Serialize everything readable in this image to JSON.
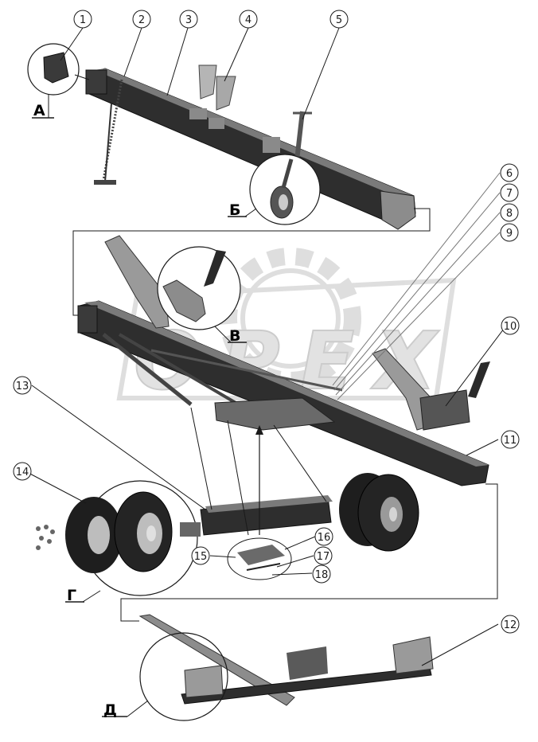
{
  "watermark": {
    "text": "OPEX",
    "color": "#d4d4d4"
  },
  "callouts": [
    {
      "label": "1"
    },
    {
      "label": "2"
    },
    {
      "label": "3"
    },
    {
      "label": "4"
    },
    {
      "label": "5"
    },
    {
      "label": "6"
    },
    {
      "label": "7"
    },
    {
      "label": "8"
    },
    {
      "label": "9"
    },
    {
      "label": "10"
    },
    {
      "label": "11"
    },
    {
      "label": "12"
    },
    {
      "label": "13"
    },
    {
      "label": "14"
    },
    {
      "label": "15"
    },
    {
      "label": "16"
    },
    {
      "label": "17"
    },
    {
      "label": "18"
    }
  ],
  "details": [
    {
      "label": "А"
    },
    {
      "label": "Б"
    },
    {
      "label": "В"
    },
    {
      "label": "Г"
    },
    {
      "label": "Д"
    }
  ],
  "colors": {
    "frame": "#2e2e2e",
    "frame_light": "#5a5a5a",
    "line": "#1a1a1a",
    "tire": "#1e1e1e",
    "rim": "#bdbdbd"
  }
}
